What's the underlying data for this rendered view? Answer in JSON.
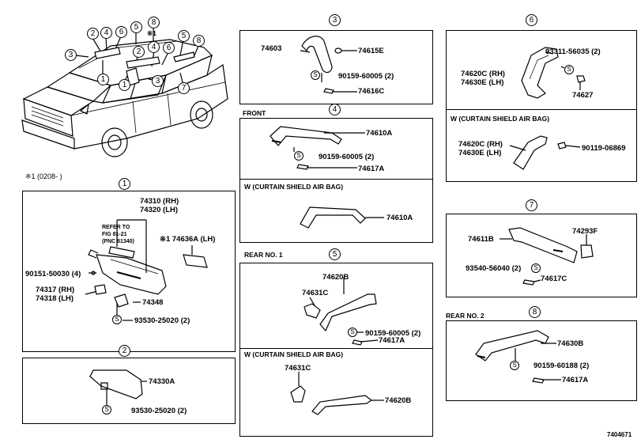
{
  "footer_code": "7404671",
  "note_top": "※1 (0208-    )",
  "overview": {
    "callouts": [
      "2",
      "4",
      "6",
      "5",
      "8",
      "※1",
      "4",
      "3",
      "1",
      "2",
      "6",
      "5",
      "8",
      "3",
      "7",
      "1"
    ]
  },
  "p1": {
    "num": "1",
    "parts": [
      "74310 (RH)",
      "74320 (LH)",
      "※1 74636A (LH)",
      "90151-50030 (4)",
      "74317 (RH)",
      "74318 (LH)",
      "74348",
      "93530-25020 (2)"
    ],
    "refer": [
      "REFER TO",
      "FIG 81-21",
      "(PNC 81340)"
    ]
  },
  "p2": {
    "num": "2",
    "parts": [
      "74330A",
      "93530-25020 (2)"
    ]
  },
  "p3": {
    "num": "3",
    "parts": [
      "74603",
      "74615E",
      "90159-60005 (2)",
      "74616C"
    ]
  },
  "p4": {
    "num": "4",
    "header": "FRONT",
    "parts": [
      "74610A",
      "90159-60005 (2)",
      "74617A"
    ],
    "sub_header": "W (CURTAIN SHIELD AIR BAG)",
    "sub_parts": [
      "74610A"
    ]
  },
  "p5": {
    "num": "5",
    "header": "REAR NO. 1",
    "parts": [
      "74620B",
      "74631C",
      "90159-60005 (2)",
      "74617A"
    ],
    "sub_header": "W (CURTAIN SHIELD AIR BAG)",
    "sub_parts": [
      "74631C",
      "74620B"
    ]
  },
  "p6": {
    "num": "6",
    "parts": [
      "93311-56035 (2)",
      "74620C (RH)",
      "74630E (LH)",
      "74627"
    ],
    "sub_header": "W (CURTAIN SHIELD AIR BAG)",
    "sub_parts": [
      "74620C (RH)",
      "74630E (LH)",
      "90119-06869"
    ]
  },
  "p7": {
    "num": "7",
    "parts": [
      "74611B",
      "74293F",
      "93540-56040 (2)",
      "74617C"
    ]
  },
  "p8": {
    "num": "8",
    "header": "REAR NO. 2",
    "parts": [
      "74630B",
      "90159-60188 (2)",
      "74617A"
    ]
  }
}
